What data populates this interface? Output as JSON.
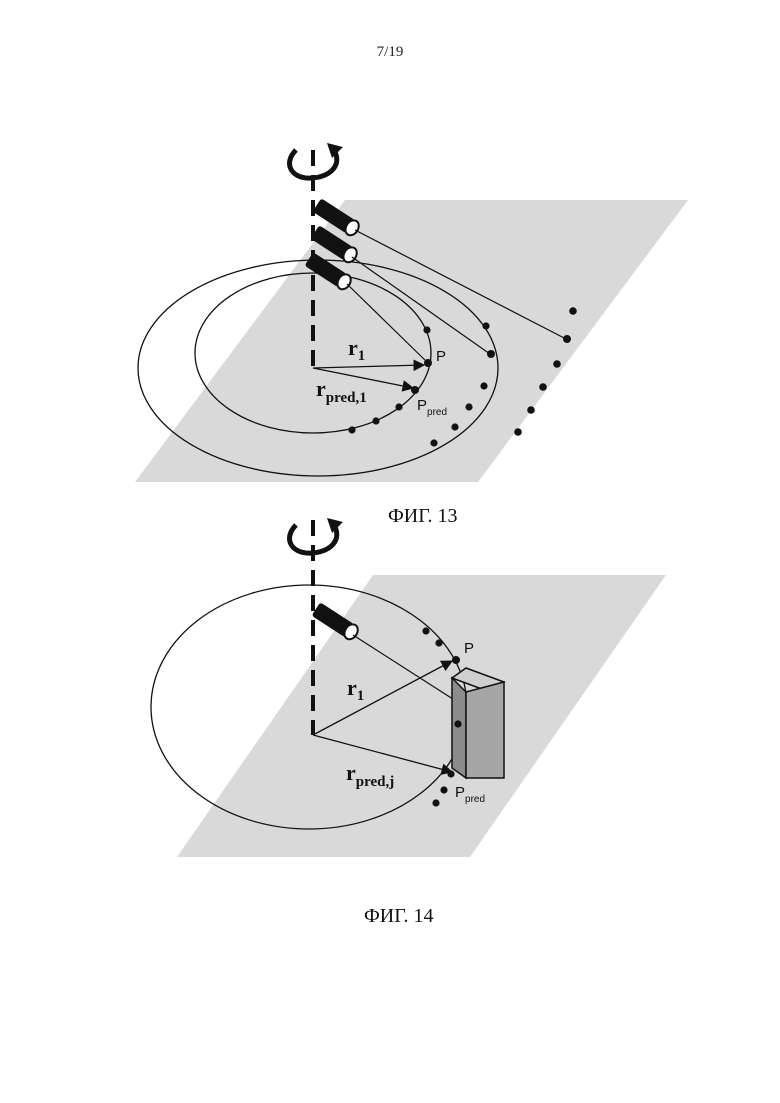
{
  "page_number": "7/19",
  "figure13": {
    "caption": "ФИГ. 13",
    "labels": {
      "r1_main": "r",
      "r1_sub": "1",
      "rpred_main": "r",
      "rpred_sub": "pred,1",
      "p": "P",
      "ppred_main": "P",
      "ppred_sub": "pred"
    }
  },
  "figure14": {
    "caption": "ФИГ. 14",
    "labels": {
      "r1_main": "r",
      "r1_sub": "1",
      "rpred_main": "r",
      "rpred_sub": "pred,j",
      "p": "P",
      "ppred_main": "P",
      "ppred_sub": "pred"
    }
  },
  "colors": {
    "plane": "#d9d9d9",
    "ink": "#111111",
    "box_front": "#a6a6a6",
    "box_side": "#8c8c8c",
    "box_top": "#cfcfcf"
  },
  "icons": [
    "rotation-arrow-icon",
    "sensor-icon"
  ]
}
